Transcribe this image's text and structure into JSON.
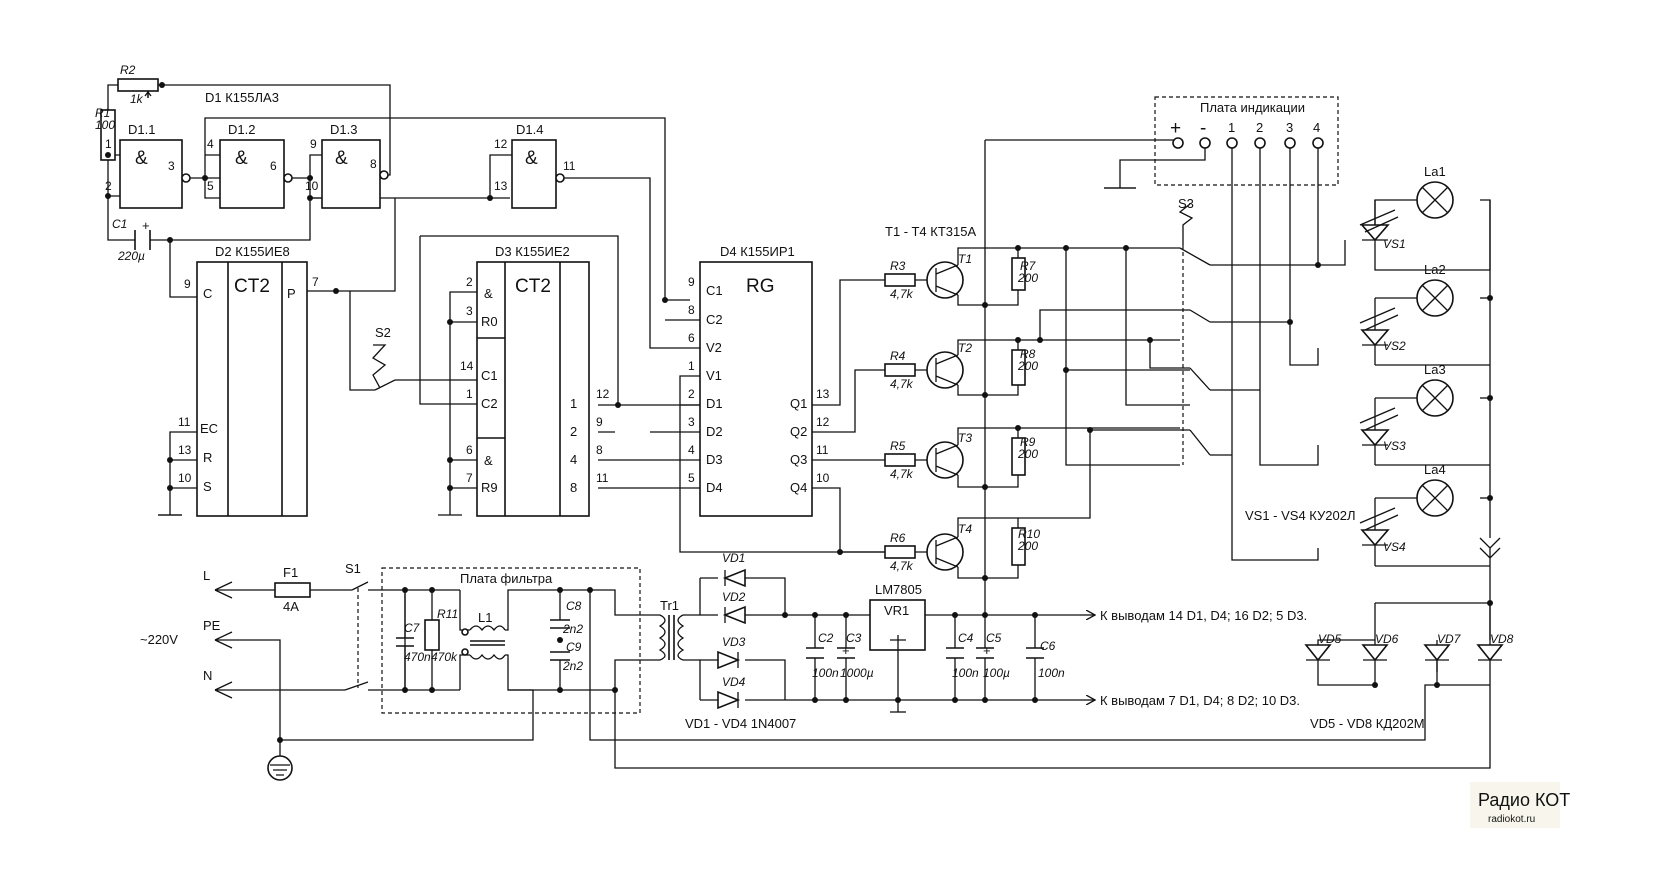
{
  "colors": {
    "ink": "#111111",
    "background": "#ffffff",
    "watermark": "#e2dcc0"
  },
  "logo": {
    "main": "Радио КОТ",
    "sub": "radiokot.ru"
  },
  "titles": {
    "d1": "D1  К155ЛА3",
    "d2": "D2  К155ИЕ8",
    "d3": "D3  К155ИЕ2",
    "d4": "D4  К155ИР1",
    "transistors": "T1 - T4 КТ315А",
    "thyristors": "VS1 - VS4  КУ202Л",
    "bridge1": "VD1 - VD4 1N4007",
    "bridge2": "VD5 - VD8 КД202М",
    "indication_board": "Плата индикации",
    "filter_board": "Плата фильтра",
    "regulator": "LM7805",
    "regulator_ref": "VR1"
  },
  "gates": {
    "d11": "D1.1",
    "d12": "D1.2",
    "d13": "D1.3",
    "d14": "D1.4",
    "and": "&"
  },
  "chips": {
    "d2": {
      "name": "CT2",
      "c": "C",
      "p": "P",
      "ec": "EC",
      "r": "R",
      "s": "S"
    },
    "d3": {
      "name": "CT2",
      "and": "&",
      "r0": "R0",
      "c1": "C1",
      "c2": "C2",
      "r9": "R9",
      "o1": "1",
      "o2": "2",
      "o4": "4",
      "o8": "8"
    },
    "d4": {
      "name": "RG",
      "c1": "C1",
      "c2": "C2",
      "v2": "V2",
      "v1": "V1",
      "d1": "D1",
      "d2": "D2",
      "d3": "D3",
      "d4": "D4",
      "q1": "Q1",
      "q2": "Q2",
      "q3": "Q3",
      "q4": "Q4"
    }
  },
  "pins": {
    "d11_1": "1",
    "d11_2": "2",
    "d11_3": "3",
    "d12_4": "4",
    "d12_5": "5",
    "d12_6": "6",
    "d13_9": "9",
    "d13_10": "10",
    "d13_8": "8",
    "d14_12": "12",
    "d14_13": "13",
    "d14_11": "11",
    "d2_9": "9",
    "d2_7": "7",
    "d2_11": "11",
    "d2_13": "13",
    "d2_10": "10",
    "d3_2": "2",
    "d3_3": "3",
    "d3_14": "14",
    "d3_1": "1",
    "d3_6": "6",
    "d3_7": "7",
    "d3_12": "12",
    "d3_9": "9",
    "d3_8": "8",
    "d3_11": "11",
    "d4_9": "9",
    "d4_8": "8",
    "d4_6": "6",
    "d4_1": "1",
    "d4_2": "2",
    "d4_3": "3",
    "d4_4": "4",
    "d4_5": "5",
    "d4_13": "13",
    "d4_12": "12",
    "d4_11": "11",
    "d4_10": "10"
  },
  "components": {
    "r1": "R1",
    "r1v": "100",
    "r2": "R2",
    "r2v": "1k",
    "c1": "C1",
    "c1v": "220µ",
    "c1plus": "+",
    "r3": "R3",
    "r4": "R4",
    "r5": "R5",
    "r6": "R6",
    "rv": "4,7k",
    "t1": "T1",
    "t2": "T2",
    "t3": "T3",
    "t4": "T4",
    "r7": "R7",
    "r8": "R8",
    "r9": "R9",
    "r10": "R10",
    "r200": "200",
    "s1": "S1",
    "s2": "S2",
    "s3": "S3",
    "la1": "La1",
    "la2": "La2",
    "la3": "La3",
    "la4": "La4",
    "vs1": "VS1",
    "vs2": "VS2",
    "vs3": "VS3",
    "vs4": "VS4",
    "vd1": "VD1",
    "vd2": "VD2",
    "vd3": "VD3",
    "vd4": "VD4",
    "vd5": "VD5",
    "vd6": "VD6",
    "vd7": "VD7",
    "vd8": "VD8",
    "f1": "F1",
    "f1v": "4A",
    "l": "L",
    "pe": "PE",
    "n": "N",
    "mains": "~220V",
    "c7": "C7",
    "c7v": "470n",
    "r11": "R11",
    "r11v": "470k",
    "l1": "L1",
    "c8": "C8",
    "c9": "C9",
    "c89v": "2n2",
    "tr1": "Tr1",
    "c2": "C2",
    "c2v": "100n",
    "c3": "C3",
    "c3v": "1000µ",
    "c4": "C4",
    "c4v": "100n",
    "c5": "C5",
    "c5v": "100µ",
    "c6": "C6",
    "c6v": "100n",
    "plus": "+"
  },
  "terminals": {
    "plus": "+",
    "minus": "-",
    "t1": "1",
    "t2": "2",
    "t3": "3",
    "t4": "4"
  },
  "outputs": {
    "vcc": "К выводам 14 D1, D4; 16 D2; 5 D3.",
    "gnd": "К выводам 7 D1, D4; 8 D2; 10 D3."
  }
}
